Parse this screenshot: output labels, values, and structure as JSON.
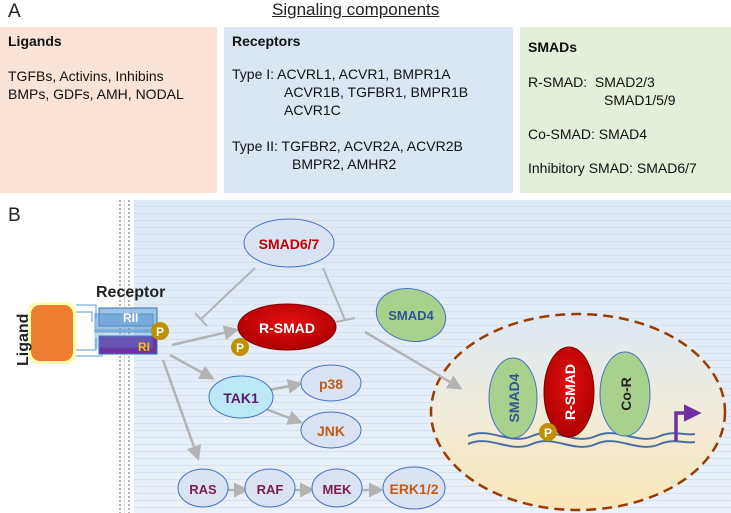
{
  "panel_a": {
    "letter": "A",
    "title": "Signaling components",
    "ligands": {
      "heading": "Ligands",
      "lines": [
        "TGFBs, Activins, Inhibins",
        "BMPs, GDFs, AMH, NODAL"
      ]
    },
    "receptors": {
      "heading": "Receptors",
      "type1_lines": [
        "Type I: ACVRL1, ACVR1, BMPR1A",
        "ACVR1B, TGFBR1, BMPR1B",
        "ACVR1C"
      ],
      "type2_lines": [
        "Type II: TGFBR2, ACVR2A, ACVR2B",
        "BMPR2, AMHR2"
      ]
    },
    "smads": {
      "heading": "SMADs",
      "rsmad_line1": "R-SMAD:  SMAD2/3",
      "rsmad_line2": "SMAD1/5/9",
      "cosmad": "Co-SMAD: SMAD4",
      "inhibitory": "Inhibitory SMAD: SMAD6/7"
    },
    "colors": {
      "ligands_bg": "#fbe3d6",
      "receptors_bg": "#dae6f3",
      "smads_bg": "#e3efd9"
    }
  },
  "panel_b": {
    "letter": "B",
    "ligand_label": "Ligand",
    "receptor_label": "Receptor",
    "rii": "RII",
    "ri": "RI",
    "phospho": "P",
    "smad67": "SMAD6/7",
    "rsmad": "R-SMAD",
    "smad4": "SMAD4",
    "tak1": "TAK1",
    "p38": "p38",
    "jnk": "JNK",
    "ras": "RAS",
    "raf": "RAF",
    "mek": "MEK",
    "erk": "ERK1/2",
    "nucleus_smad4": "SMAD4",
    "nucleus_rsmad": "R-SMAD",
    "nucleus_cor": "Co-R",
    "colors": {
      "rsmad_fill": "#c00000",
      "smad4_fill": "#a9d18e",
      "tak1_fill": "#bde9f7",
      "kinase_fill": "#dae3f3",
      "ligand_fill": "#ed7d31",
      "ri_fill": "#7030a0",
      "rii_fill": "#5b9bd5",
      "phospho_fill": "#bf9000",
      "arrow_color": "#b3b3b3",
      "purple_arrow": "#7030a0"
    }
  }
}
